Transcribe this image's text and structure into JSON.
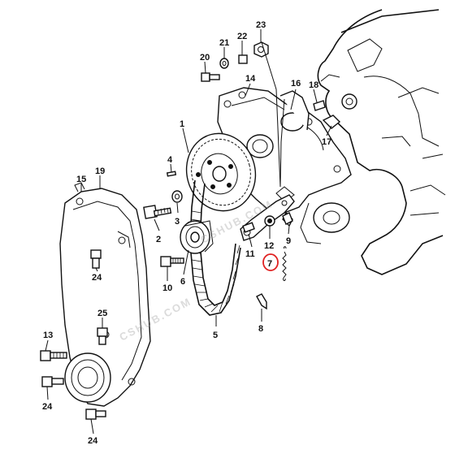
{
  "diagram": {
    "watermarks": [
      "CSHUB.COM",
      "CSHUB.COM"
    ],
    "highlight_color": "#e02020",
    "callouts": [
      {
        "id": "1",
        "text": "1"
      },
      {
        "id": "2",
        "text": "2"
      },
      {
        "id": "3",
        "text": "3"
      },
      {
        "id": "4",
        "text": "4"
      },
      {
        "id": "5",
        "text": "5"
      },
      {
        "id": "6",
        "text": "6"
      },
      {
        "id": "7",
        "text": "7"
      },
      {
        "id": "8",
        "text": "8"
      },
      {
        "id": "9",
        "text": "9"
      },
      {
        "id": "10",
        "text": "10"
      },
      {
        "id": "11",
        "text": "11"
      },
      {
        "id": "12",
        "text": "12"
      },
      {
        "id": "13",
        "text": "13"
      },
      {
        "id": "14",
        "text": "14"
      },
      {
        "id": "15",
        "text": "15"
      },
      {
        "id": "16",
        "text": "16"
      },
      {
        "id": "17",
        "text": "17"
      },
      {
        "id": "18",
        "text": "18"
      },
      {
        "id": "19",
        "text": "19"
      },
      {
        "id": "20",
        "text": "20"
      },
      {
        "id": "21",
        "text": "21"
      },
      {
        "id": "22",
        "text": "22"
      },
      {
        "id": "23",
        "text": "23"
      },
      {
        "id": "24a",
        "text": "24"
      },
      {
        "id": "24b",
        "text": "24"
      },
      {
        "id": "24c",
        "text": "24"
      },
      {
        "id": "25",
        "text": "25"
      }
    ]
  }
}
